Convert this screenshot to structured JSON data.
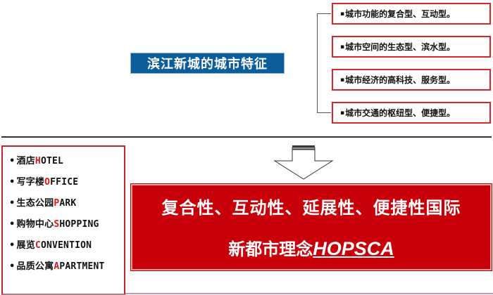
{
  "colors": {
    "title_bg": "#0b5e99",
    "accent_red": "#c8000a",
    "box_border_red": "#d9262b",
    "highlight_letter": "#e01818",
    "divider": "#333333"
  },
  "top": {
    "title": "滨江新城的城市特征",
    "features": [
      {
        "bullet": "▪",
        "text": "城市功能的复合型、互动型。"
      },
      {
        "bullet": "▪",
        "text": "城市空间的生态型、滨水型。"
      },
      {
        "bullet": "▪",
        "text": "城市经济的高科技、服务型。"
      },
      {
        "bullet": "▪",
        "text": "城市交通的枢纽型、便捷型。"
      }
    ]
  },
  "bottom": {
    "list": [
      {
        "bullet": "•",
        "cn": "酒店",
        "first": "H",
        "rest": "OTEL"
      },
      {
        "bullet": "•",
        "cn": "写字楼",
        "first": "O",
        "rest": "FFICE"
      },
      {
        "bullet": "•",
        "cn": "生态公园",
        "first": "P",
        "rest": "ARK"
      },
      {
        "bullet": "•",
        "cn": "购物中心",
        "first": "S",
        "rest": "HOPPING"
      },
      {
        "bullet": "•",
        "cn": "展览",
        "first": "C",
        "rest": "ONVENTION"
      },
      {
        "bullet": "•",
        "cn": "品质公寓",
        "first": "A",
        "rest": "PARTMENT"
      }
    ],
    "arrow_icon": "down-arrow-icon",
    "summary": {
      "line1": "复合性、互动性、延展性、便捷性国际",
      "line2_cn": "新都市理念",
      "line2_en": "HOPSCA"
    }
  }
}
